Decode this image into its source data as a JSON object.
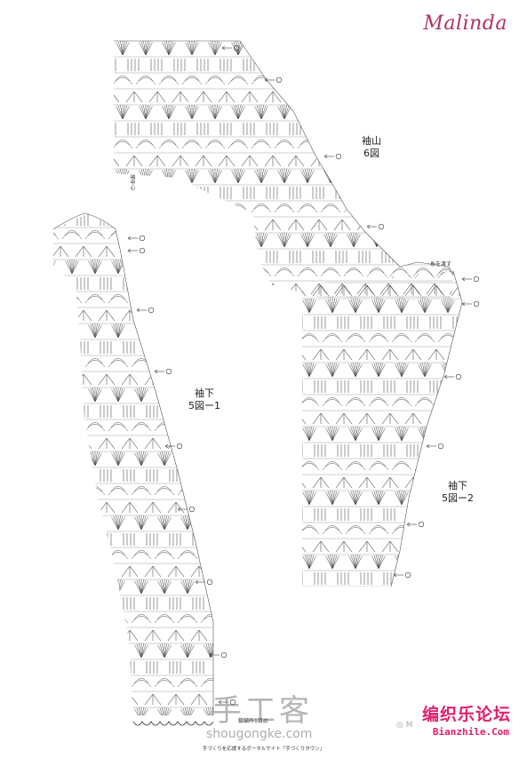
{
  "brand": "Malinda",
  "diagrams": {
    "cap": {
      "title": "袖山",
      "fig": "6図"
    },
    "under1": {
      "title": "袖下",
      "fig": "5図ー1"
    },
    "under2": {
      "title": "袖下",
      "fig": "5図ー2"
    }
  },
  "notes": {
    "sleeve_center": "袖中心",
    "attach_yarn": "糸を渡す",
    "chain_start": "鎖編み1目め"
  },
  "watermark": {
    "chinese": "手工客",
    "url": "shougongke.com"
  },
  "forum": {
    "name": "编织乐论坛",
    "url": "Bianzhile.Com"
  },
  "footer": "手づくりを応援するポータルサイト「手づくりタウン」"
}
